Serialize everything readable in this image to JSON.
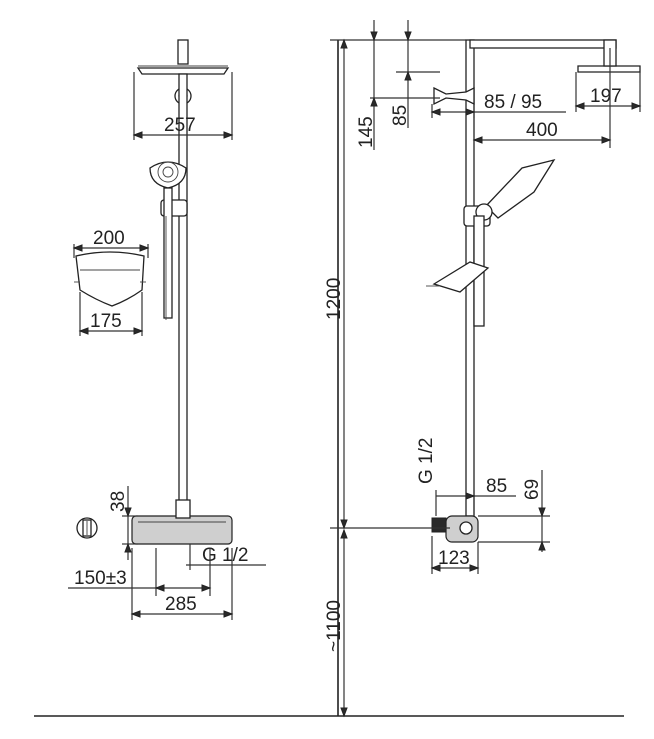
{
  "dimensions": {
    "head_width_front": "257",
    "shelf_width_top": "200",
    "shelf_width_bottom": "175",
    "thermostat_height": "38",
    "inlet_thread_front": "G 1/2",
    "inlet_spacing": "150±3",
    "thermostat_width": "285",
    "top_offset_145": "145",
    "top_offset_85": "85",
    "arm_mount": "85 / 95",
    "head_diameter_side": "197",
    "arm_length": "400",
    "total_height": "1200",
    "inlet_thread_side": "G 1/2",
    "inlet_depth": "85",
    "inlet_height": "69",
    "wall_to_front": "123",
    "floor_height": "~1100"
  }
}
